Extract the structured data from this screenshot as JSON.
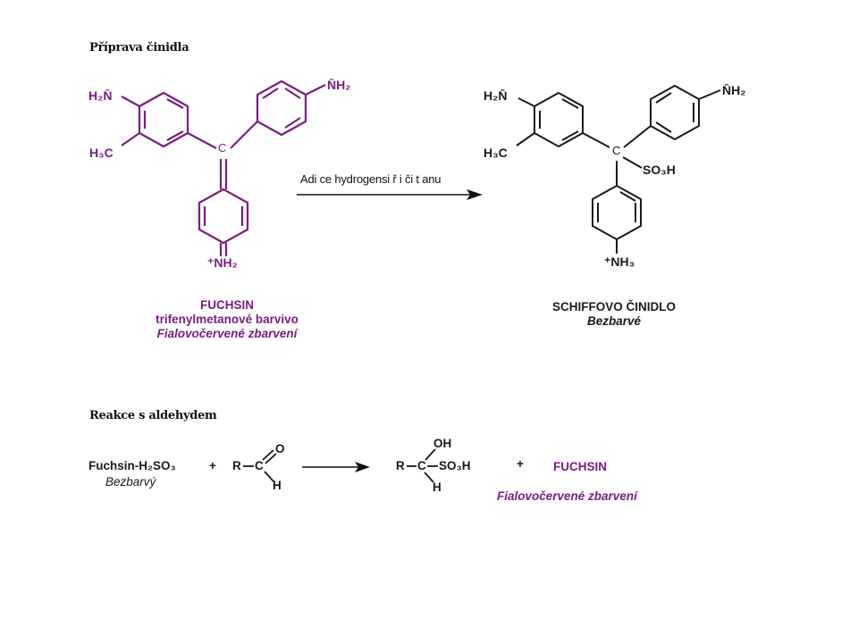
{
  "colors": {
    "fuchsin": "#7a1d80",
    "reagent": "#1a1a1a",
    "arrow": "#111111"
  },
  "section1": {
    "heading": "Příprava činidla",
    "fuchsin": {
      "labels": {
        "nh2_left": "H₂N̄",
        "ch3": "H₃C",
        "nh2_right": "N̄H₂",
        "central_c": "C",
        "iminium": "⁺NH₂"
      },
      "name": "FUCHSIN",
      "class": "trifenylmetanové barvivo",
      "color": "Fialovočervené zbarvení"
    },
    "arrow_label": "Adi ce hydrogensi ř i či t anu",
    "schiff": {
      "labels": {
        "nh2_left": "H₂N̄",
        "ch3": "H₃C",
        "nh2_right": "N̄H₂",
        "central_c": "C",
        "so3h": "SO₃H",
        "ammonium": "⁺NH₃"
      },
      "name": "SCHIFFOVO ČINIDLO",
      "color": "Bezbarvé"
    }
  },
  "section2": {
    "heading": "Reakce s aldehydem",
    "reactant1": "Fuchsin-H₂SO₃",
    "reactant1_color": "Bezbarvý",
    "plus1": "+",
    "aldehyde": {
      "r": "R",
      "c": "C",
      "o": "O",
      "h": "H"
    },
    "product": {
      "r": "R",
      "c": "C",
      "oh": "OH",
      "so3h": "SO₃H",
      "h": "H"
    },
    "plus2": "+",
    "product2": "FUCHSIN",
    "product2_color": "Fialovočervené zbarvení"
  }
}
